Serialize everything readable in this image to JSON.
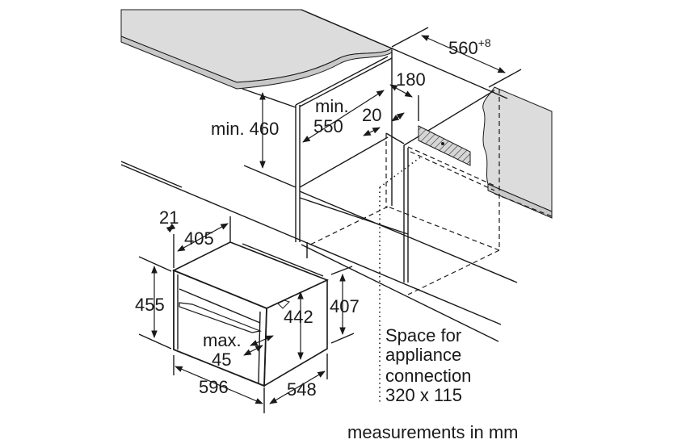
{
  "dimensions": {
    "niche_width": {
      "value": "560",
      "tolerance": "+8"
    },
    "connection_offset": "180",
    "min_depth": {
      "prefix": "min.",
      "value": "550"
    },
    "gap": "20",
    "min_height": "min. 460",
    "front_overhang": "21",
    "oven_depth_top": "405",
    "oven_height": "455",
    "inner_height": "442",
    "body_height": "407",
    "max_depth": {
      "prefix": "max.",
      "value": "45"
    },
    "oven_width": "596",
    "oven_depth": "548"
  },
  "connection_note": {
    "line1": "Space for",
    "line2": "appliance",
    "line3": "connection",
    "line4": "320 x 115"
  },
  "units_note": "measurements in mm",
  "colors": {
    "countertop": "#dcdcdc",
    "line": "#1a1a1a",
    "hatch_fill": "#cfcfcf"
  }
}
